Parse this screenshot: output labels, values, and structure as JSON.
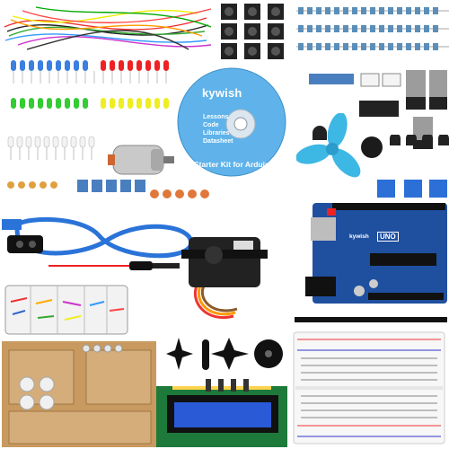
{
  "cd": {
    "brand": "kywish",
    "items": [
      "Lessons",
      "Code",
      "Libraries",
      "Datasheet"
    ],
    "caption": "Starter Kit for Arduino"
  },
  "board": {
    "brand": "kywish",
    "model": "UNO"
  },
  "colors": {
    "cd_blue": "#5fb3ea",
    "board_blue": "#1f4f9f",
    "usb_cable": "#2a73d8",
    "fan_blue": "#3db7e4",
    "cardboard": "#c89a60",
    "lcd_blue": "#2a5ad6"
  }
}
